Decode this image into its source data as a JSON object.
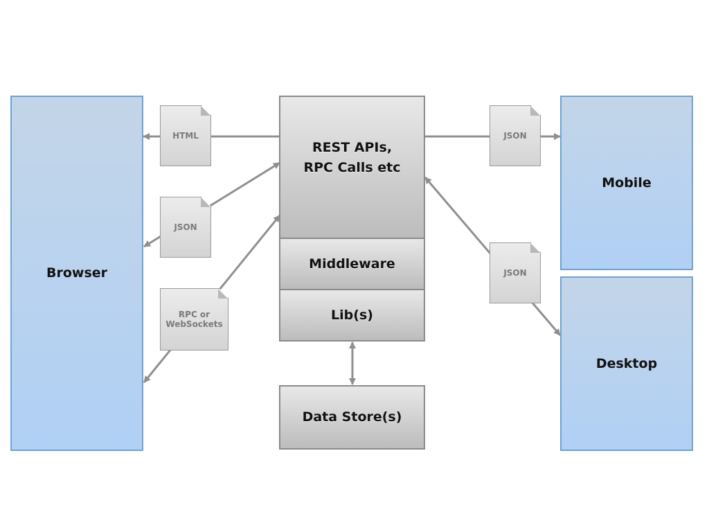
{
  "nodes": {
    "browser": "Browser",
    "api_line1": "REST APIs,",
    "api_line2": "RPC Calls etc",
    "middleware": "Middleware",
    "libs": "Lib(s)",
    "datastore": "Data Store(s)",
    "mobile": "Mobile",
    "desktop": "Desktop"
  },
  "payloads": {
    "html": "HTML",
    "json_browser": "JSON",
    "rpc_line1": "RPC or",
    "rpc_line2": "WebSockets",
    "json_mobile": "JSON",
    "json_desktop": "JSON"
  },
  "colors": {
    "client_fill": "#b8d4f0",
    "client_border": "#6fa3cf",
    "server_fill": "#d0d0d0",
    "server_border": "#8a8a8a",
    "arrow": "#8f8f8f"
  }
}
